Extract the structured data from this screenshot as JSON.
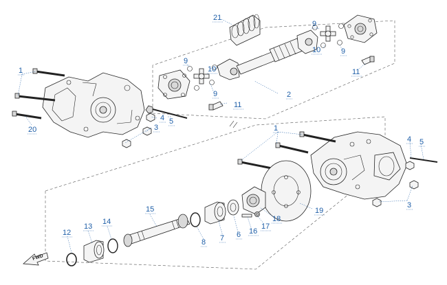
{
  "callouts": {
    "c1a": "1",
    "c1b": "1",
    "c2": "2",
    "c3a": "3",
    "c3b": "3",
    "c4a": "4",
    "c4b": "4",
    "c5a": "5",
    "c5b": "5",
    "c6": "6",
    "c7": "7",
    "c8": "8",
    "c9a": "9",
    "c9b": "9",
    "c9c": "9",
    "c9d": "9",
    "c10a": "10",
    "c10b": "10",
    "c11a": "11",
    "c11b": "11",
    "c12": "12",
    "c13": "13",
    "c14": "14",
    "c15": "15",
    "c16": "16",
    "c17": "17",
    "c18": "18",
    "c19": "19",
    "c20": "20",
    "c21": "21"
  },
  "direction_arrow": {
    "label": "FWD"
  }
}
